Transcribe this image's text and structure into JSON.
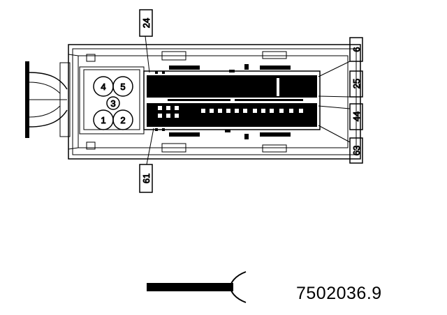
{
  "connector": {
    "pin_labels": {
      "top_left": "24",
      "right_1": "6",
      "right_2": "25",
      "right_3": "44",
      "right_4": "63",
      "bottom_left": "61"
    },
    "cavity_labels": [
      "1",
      "2",
      "3",
      "4",
      "5"
    ]
  },
  "drawing": {
    "part_number": "7502036.9"
  }
}
